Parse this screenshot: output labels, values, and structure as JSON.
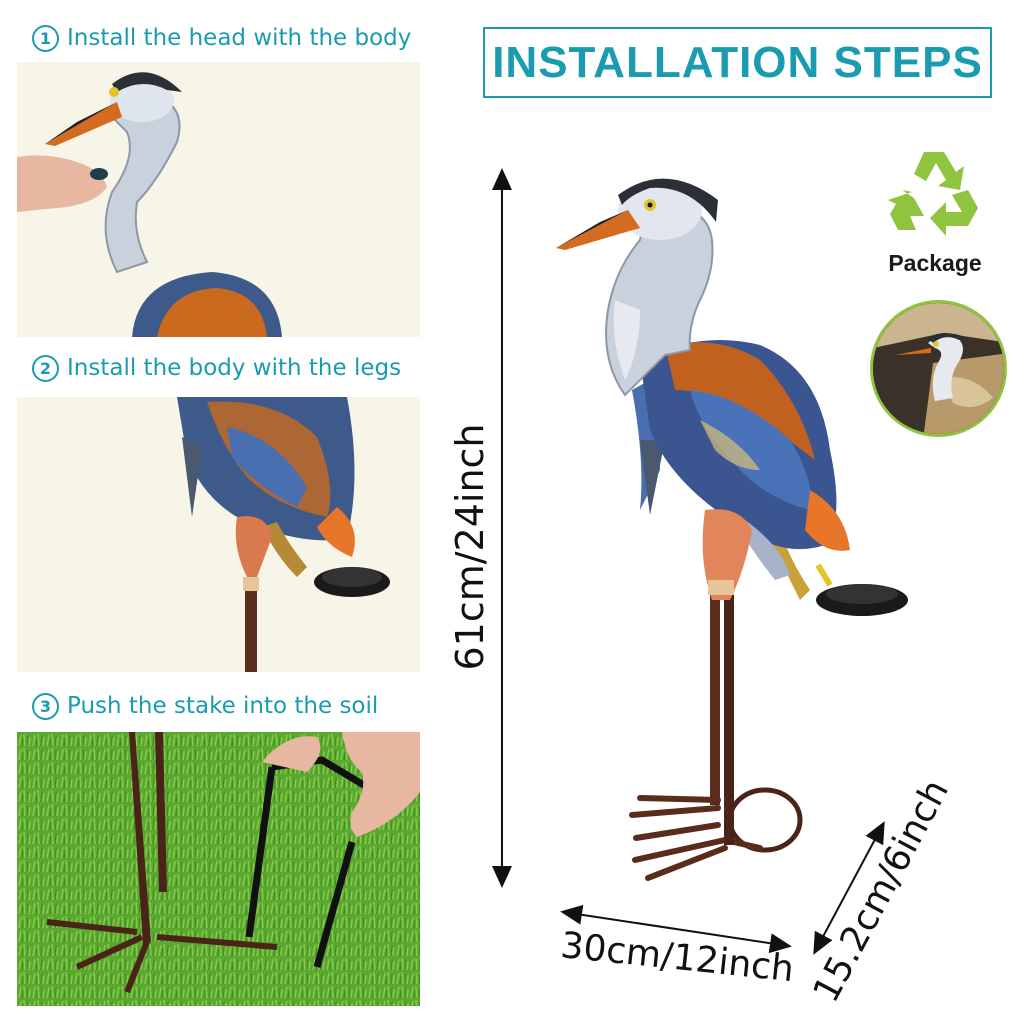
{
  "title": "INSTALLATION STEPS",
  "steps": [
    {
      "num": "1",
      "label": "Install the head with the body"
    },
    {
      "num": "2",
      "label": "Install the body with the legs"
    },
    {
      "num": "3",
      "label": "Push the stake into the soil"
    }
  ],
  "package_label": "Package",
  "dimensions": {
    "height": "61cm/24inch",
    "width": "30cm/12inch",
    "depth": "15.2cm/6inch"
  },
  "icons": [
    "recycle-icon"
  ],
  "colors": {
    "accent": "#1a9bb0",
    "recycle": "#8fc53e"
  }
}
